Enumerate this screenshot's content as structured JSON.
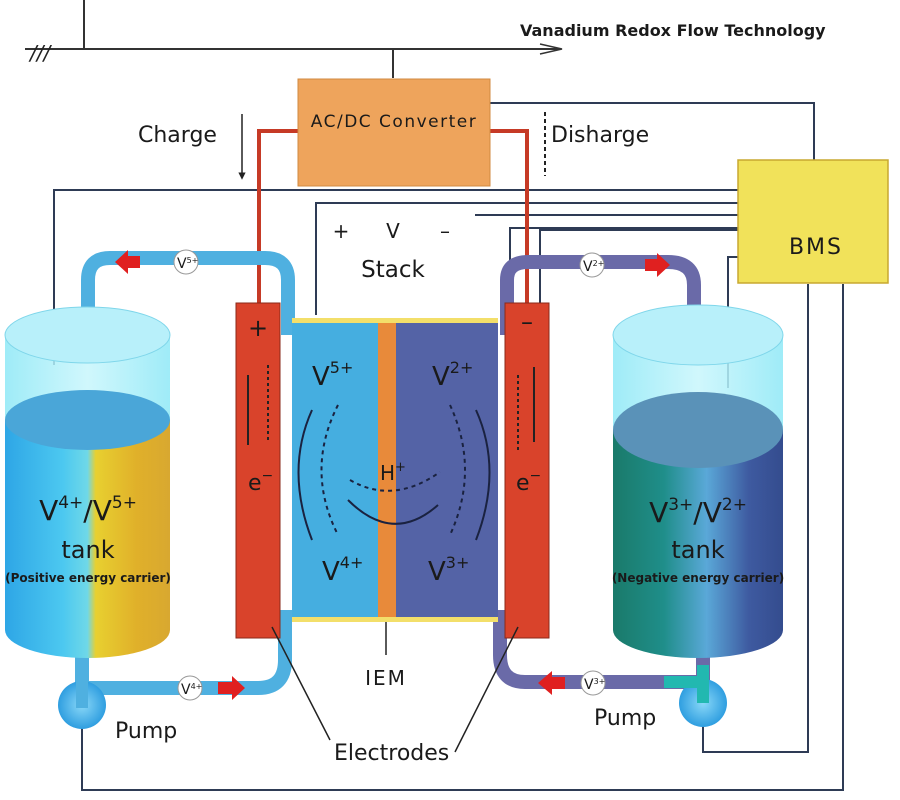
{
  "title": "Vanadium Redox Flow Technology",
  "grid": {
    "phase_marker": "///"
  },
  "converter": {
    "label": "AC/DC Converter",
    "color": "#eea45c"
  },
  "bms": {
    "label": "BMS",
    "color": "#f1e25a"
  },
  "modes": {
    "charge": "Charge",
    "discharge": "Disharge"
  },
  "stack": {
    "label": "Stack",
    "plus": "+",
    "voltage": "V",
    "minus": "–",
    "membrane_label": "IEM",
    "membrane_color": "#e88a3a",
    "positive_side": {
      "top_ion": "V",
      "top_charge": "5+",
      "bottom_ion": "V",
      "bottom_charge": "4+",
      "color": "#45aee0"
    },
    "negative_side": {
      "top_ion": "V",
      "top_charge": "2+",
      "bottom_ion": "V",
      "bottom_charge": "3+",
      "color": "#5463a6"
    },
    "proton": {
      "ion": "H",
      "charge": "+"
    }
  },
  "electrodes": {
    "label": "Electrodes",
    "color": "#d9432b",
    "positive": {
      "sign": "+",
      "carrier": "e",
      "carrier_charge": "−"
    },
    "negative": {
      "sign": "–",
      "carrier": "e",
      "carrier_charge": "−"
    }
  },
  "tanks": {
    "positive": {
      "ion_a": "V",
      "charge_a": "4+",
      "sep": "/",
      "ion_b": "V",
      "charge_b": "5+",
      "label": "tank",
      "sublabel": "(Positive energy carrier)",
      "pipe_color": "#4fb0e0"
    },
    "negative": {
      "ion_a": "V",
      "charge_a": "3+",
      "sep": "/",
      "ion_b": "V",
      "charge_b": "2+",
      "label": "tank",
      "sublabel": "(Negative energy carrier)",
      "pipe_color": "#6a6aa8"
    }
  },
  "flow_badges": {
    "top_left": {
      "ion": "V",
      "charge": "5+"
    },
    "top_right": {
      "ion": "V",
      "charge": "2+"
    },
    "bottom_left": {
      "ion": "V",
      "charge": "4+"
    },
    "bottom_right": {
      "ion": "V",
      "charge": "3+"
    }
  },
  "pumps": {
    "left_label": "Pump",
    "right_label": "Pump"
  },
  "colors": {
    "arrow": "#e02020",
    "wire": "#2e3b55",
    "power_line": "#c63a26"
  }
}
